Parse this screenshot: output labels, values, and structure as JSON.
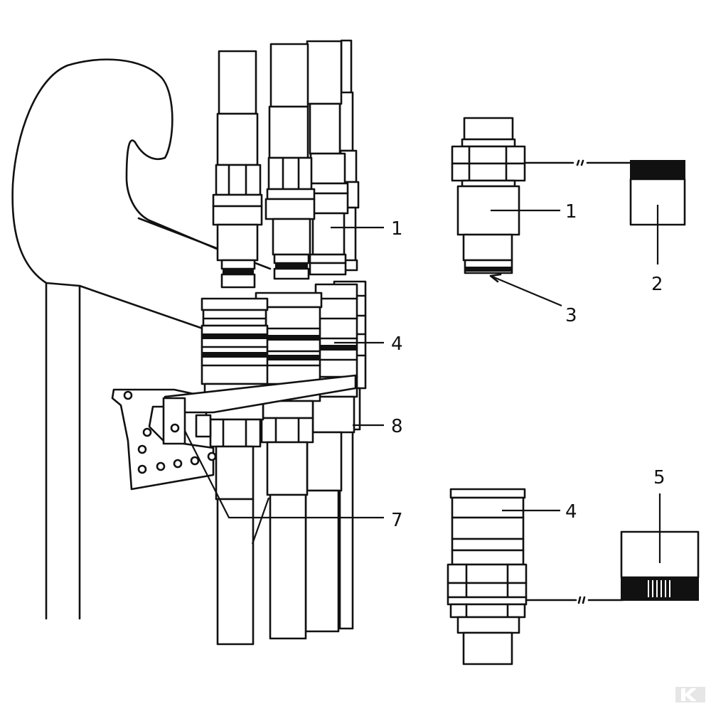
{
  "callouts": {
    "left_1": "1",
    "left_4": "4",
    "left_8": "8",
    "left_7": "7",
    "right_1": "1",
    "right_2": "2",
    "right_3": "3",
    "right_4": "4",
    "right_5": "5"
  },
  "icons": {
    "watermark": "brand-k-logo-icon",
    "hydraulic_rack": "hose-rack-icon",
    "male_coupler": "male-coupler-icon",
    "female_coupler": "female-coupler-icon",
    "dust_cap": "dust-cap-icon",
    "dust_plug": "dust-plug-icon"
  },
  "colors": {
    "line": "#111111",
    "background": "#ffffff",
    "watermark": "#e6e6e6"
  }
}
